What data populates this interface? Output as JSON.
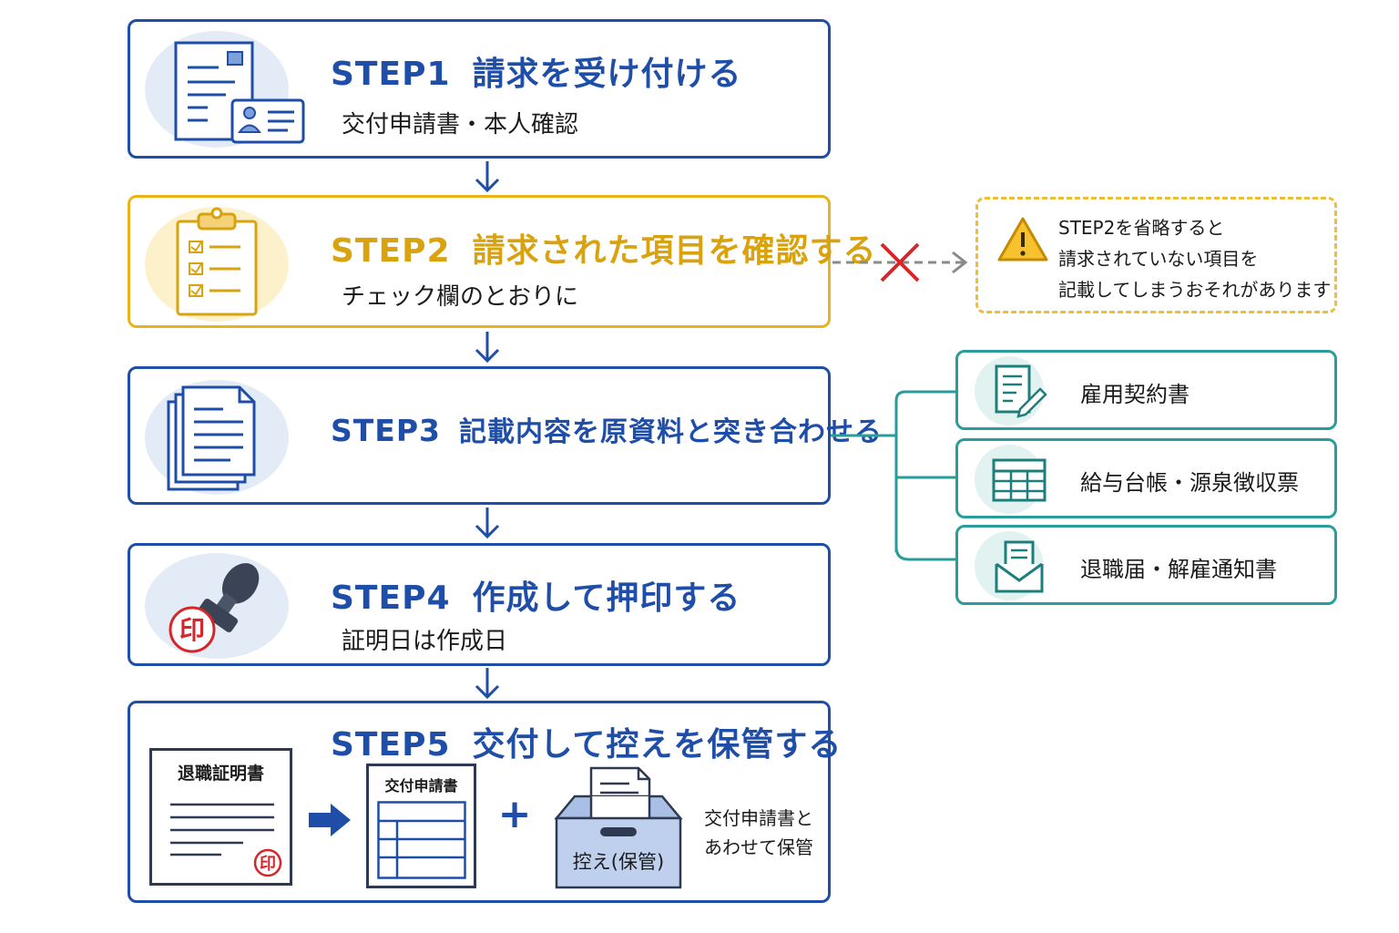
{
  "colors": {
    "blue": "#1f4ea8",
    "yellow": "#e9b418",
    "teal": "#2a9d9a",
    "red": "#d6262a",
    "gray": "#8a8a8a"
  },
  "steps": [
    {
      "num": "STEP1",
      "title": "請求を受け付ける",
      "sub": "交付申請書・本人確認",
      "icon": "application-id-card-icon"
    },
    {
      "num": "STEP2",
      "title": "請求された項目を確認する",
      "sub": "チェック欄のとおりに",
      "icon": "clipboard-checklist-icon"
    },
    {
      "num": "STEP3",
      "title": "記載内容を原資料と突き合わせる",
      "sub": "",
      "icon": "document-stack-icon"
    },
    {
      "num": "STEP4",
      "title": "作成して押印する",
      "sub": "証明日は作成日",
      "icon": "stamp-icon",
      "seal": "印"
    },
    {
      "num": "STEP5",
      "title": "交付して控えを保管する",
      "sub": "",
      "icon": ""
    }
  ],
  "warning": {
    "lines": [
      "STEP2を省略すると",
      "請求されていない項目を",
      "記載してしまうおそれがあります"
    ],
    "icon": "warning-icon"
  },
  "source_docs": [
    {
      "label": "雇用契約書",
      "icon": "contract-pen-icon"
    },
    {
      "label": "給与台帳・源泉徴収票",
      "icon": "ledger-table-icon"
    },
    {
      "label": "退職届・解雇通知書",
      "icon": "envelope-letter-icon"
    }
  ],
  "step5": {
    "certificate": "退職証明書",
    "seal": "印",
    "application": "交付申請書",
    "plus": "+",
    "box_label": "控え(保管)",
    "note_lines": [
      "交付申請書と",
      "あわせて保管"
    ]
  }
}
